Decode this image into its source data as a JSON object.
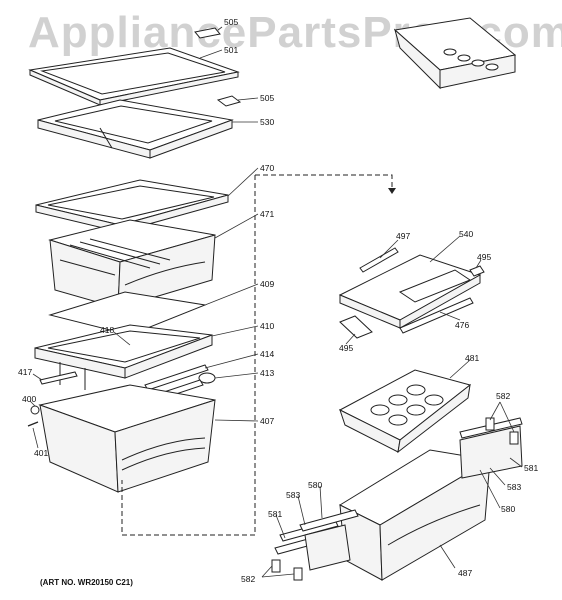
{
  "watermark": "AppliancePartsPros.com",
  "art_number": "(ART NO. WR20150 C21)",
  "part_labels": {
    "p505a": "505",
    "p501": "501",
    "p505b": "505",
    "p530": "530",
    "p470": "470",
    "p471": "471",
    "p409": "409",
    "p418": "418",
    "p410": "410",
    "p414": "414",
    "p417": "417",
    "p413": "413",
    "p400": "400",
    "p401": "401",
    "p407": "407",
    "p497": "497",
    "p540": "540",
    "p495a": "495",
    "p476": "476",
    "p495b": "495",
    "p481": "481",
    "p582a": "582",
    "p581a": "581",
    "p583a": "583",
    "p580a": "580",
    "p583b": "583",
    "p580b": "580",
    "p581b": "581",
    "p582b": "582",
    "p487": "487"
  }
}
